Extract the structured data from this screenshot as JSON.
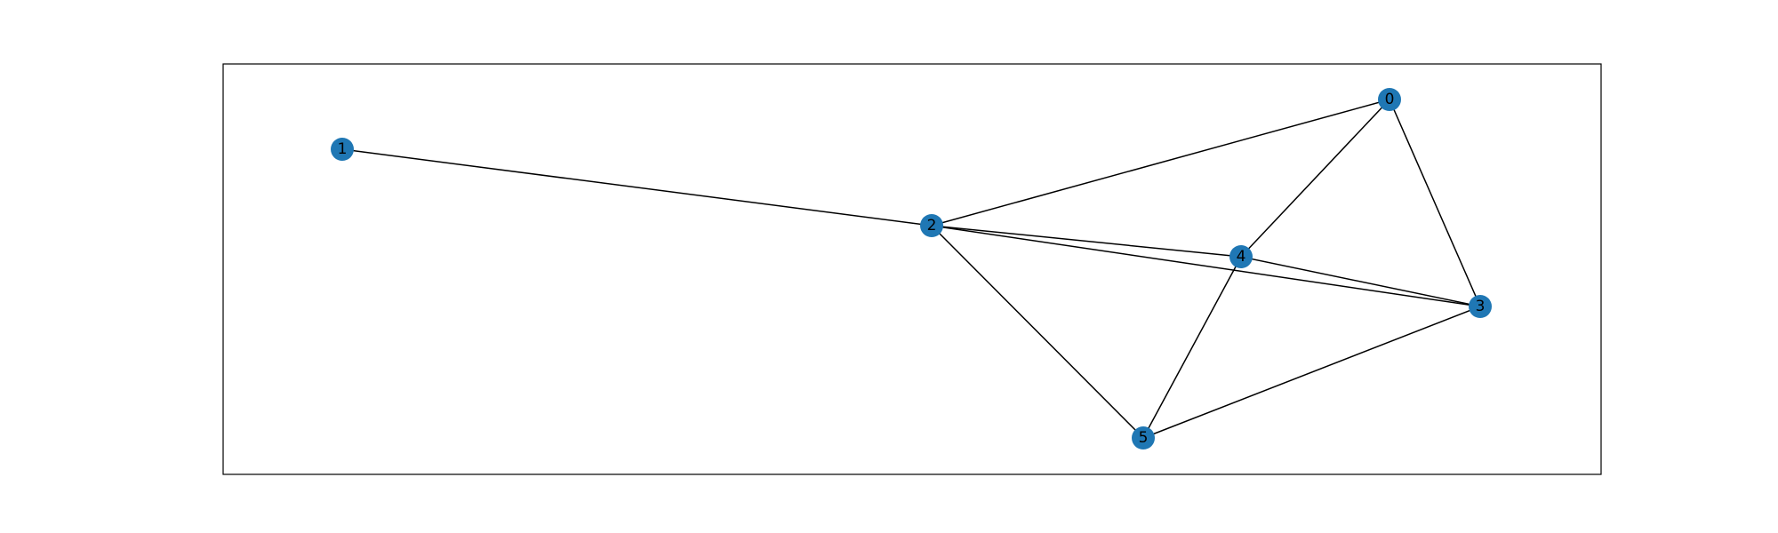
{
  "graph": {
    "node_color": "#1f77b4",
    "edge_color": "#000000",
    "nodes": [
      {
        "id": "0",
        "label": "0"
      },
      {
        "id": "1",
        "label": "1"
      },
      {
        "id": "2",
        "label": "2"
      },
      {
        "id": "3",
        "label": "3"
      },
      {
        "id": "4",
        "label": "4"
      },
      {
        "id": "5",
        "label": "5"
      }
    ],
    "edges": [
      {
        "source": "1",
        "target": "2"
      },
      {
        "source": "2",
        "target": "0"
      },
      {
        "source": "2",
        "target": "4"
      },
      {
        "source": "2",
        "target": "3"
      },
      {
        "source": "2",
        "target": "5"
      },
      {
        "source": "0",
        "target": "4"
      },
      {
        "source": "0",
        "target": "3"
      },
      {
        "source": "4",
        "target": "3"
      },
      {
        "source": "4",
        "target": "5"
      },
      {
        "source": "5",
        "target": "3"
      }
    ]
  }
}
